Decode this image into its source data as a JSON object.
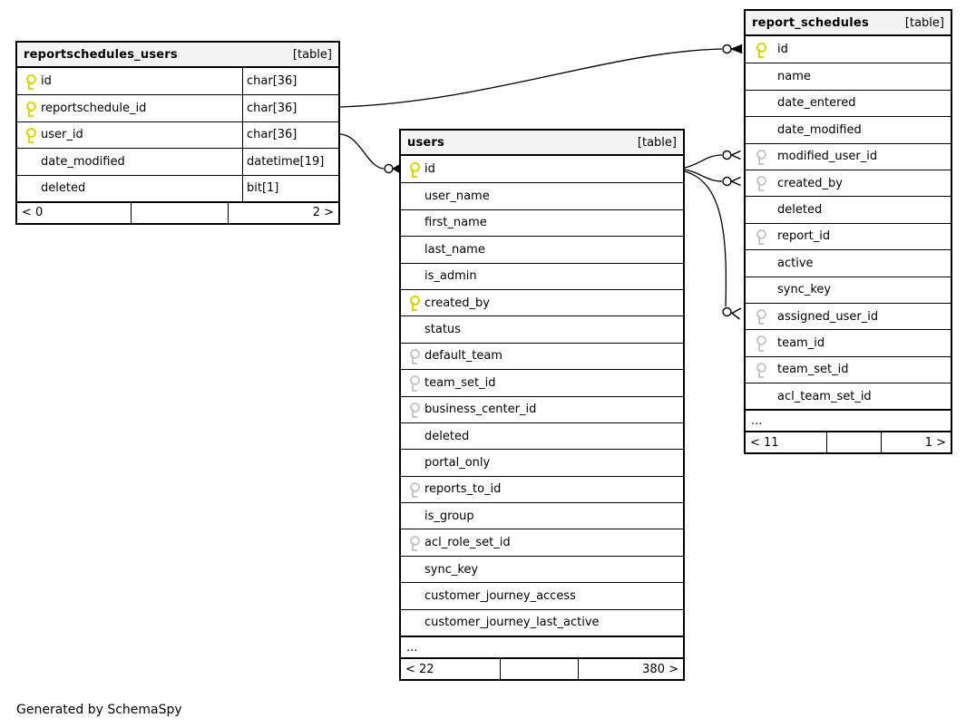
{
  "diagram": {
    "generated_note": "Generated by SchemaSpy",
    "colors": {
      "key_primary": "#d8d800",
      "key_foreign": "#c8c8c8",
      "header_bg": "#f4f4f4",
      "line": "#000000"
    }
  },
  "tables": [
    {
      "name": "reportschedules_users",
      "tag": "[table]",
      "columns": [
        {
          "name": "id",
          "type": "char[36]",
          "key": "primary"
        },
        {
          "name": "reportschedule_id",
          "type": "char[36]",
          "key": "primary"
        },
        {
          "name": "user_id",
          "type": "char[36]",
          "key": "primary"
        },
        {
          "name": "date_modified",
          "type": "datetime[19]",
          "key": "none"
        },
        {
          "name": "deleted",
          "type": "bit[1]",
          "key": "none"
        }
      ],
      "footer": {
        "left": "< 0",
        "right": "2 >"
      }
    },
    {
      "name": "users",
      "tag": "[table]",
      "columns": [
        {
          "name": "id",
          "key": "primary"
        },
        {
          "name": "user_name",
          "key": "none"
        },
        {
          "name": "first_name",
          "key": "none"
        },
        {
          "name": "last_name",
          "key": "none"
        },
        {
          "name": "is_admin",
          "key": "none"
        },
        {
          "name": "created_by",
          "key": "primary"
        },
        {
          "name": "status",
          "key": "none"
        },
        {
          "name": "default_team",
          "key": "foreign"
        },
        {
          "name": "team_set_id",
          "key": "foreign"
        },
        {
          "name": "business_center_id",
          "key": "foreign"
        },
        {
          "name": "deleted",
          "key": "none"
        },
        {
          "name": "portal_only",
          "key": "none"
        },
        {
          "name": "reports_to_id",
          "key": "foreign"
        },
        {
          "name": "is_group",
          "key": "none"
        },
        {
          "name": "acl_role_set_id",
          "key": "foreign"
        },
        {
          "name": "sync_key",
          "key": "none"
        },
        {
          "name": "customer_journey_access",
          "key": "none"
        },
        {
          "name": "customer_journey_last_active",
          "key": "none"
        }
      ],
      "ellipsis": "...",
      "footer": {
        "left": "< 22",
        "right": "380 >"
      }
    },
    {
      "name": "report_schedules",
      "tag": "[table]",
      "columns": [
        {
          "name": "id",
          "key": "primary"
        },
        {
          "name": "name",
          "key": "none"
        },
        {
          "name": "date_entered",
          "key": "none"
        },
        {
          "name": "date_modified",
          "key": "none"
        },
        {
          "name": "modified_user_id",
          "key": "foreign"
        },
        {
          "name": "created_by",
          "key": "foreign"
        },
        {
          "name": "deleted",
          "key": "none"
        },
        {
          "name": "report_id",
          "key": "foreign"
        },
        {
          "name": "active",
          "key": "none"
        },
        {
          "name": "sync_key",
          "key": "none"
        },
        {
          "name": "assigned_user_id",
          "key": "foreign"
        },
        {
          "name": "team_id",
          "key": "foreign"
        },
        {
          "name": "team_set_id",
          "key": "foreign"
        },
        {
          "name": "acl_team_set_id",
          "key": "none"
        }
      ],
      "ellipsis": "...",
      "footer": {
        "left": "< 11",
        "right": "1 >"
      }
    }
  ],
  "relationships": [
    {
      "from_table": "reportschedules_users",
      "from_column": "reportschedule_id",
      "to_table": "report_schedules",
      "to_column": "id"
    },
    {
      "from_table": "reportschedules_users",
      "from_column": "user_id",
      "to_table": "users",
      "to_column": "id"
    },
    {
      "from_table": "report_schedules",
      "from_column": "modified_user_id",
      "to_table": "users",
      "to_column": "id"
    },
    {
      "from_table": "report_schedules",
      "from_column": "created_by",
      "to_table": "users",
      "to_column": "id"
    },
    {
      "from_table": "report_schedules",
      "from_column": "assigned_user_id",
      "to_table": "users",
      "to_column": "id"
    }
  ]
}
